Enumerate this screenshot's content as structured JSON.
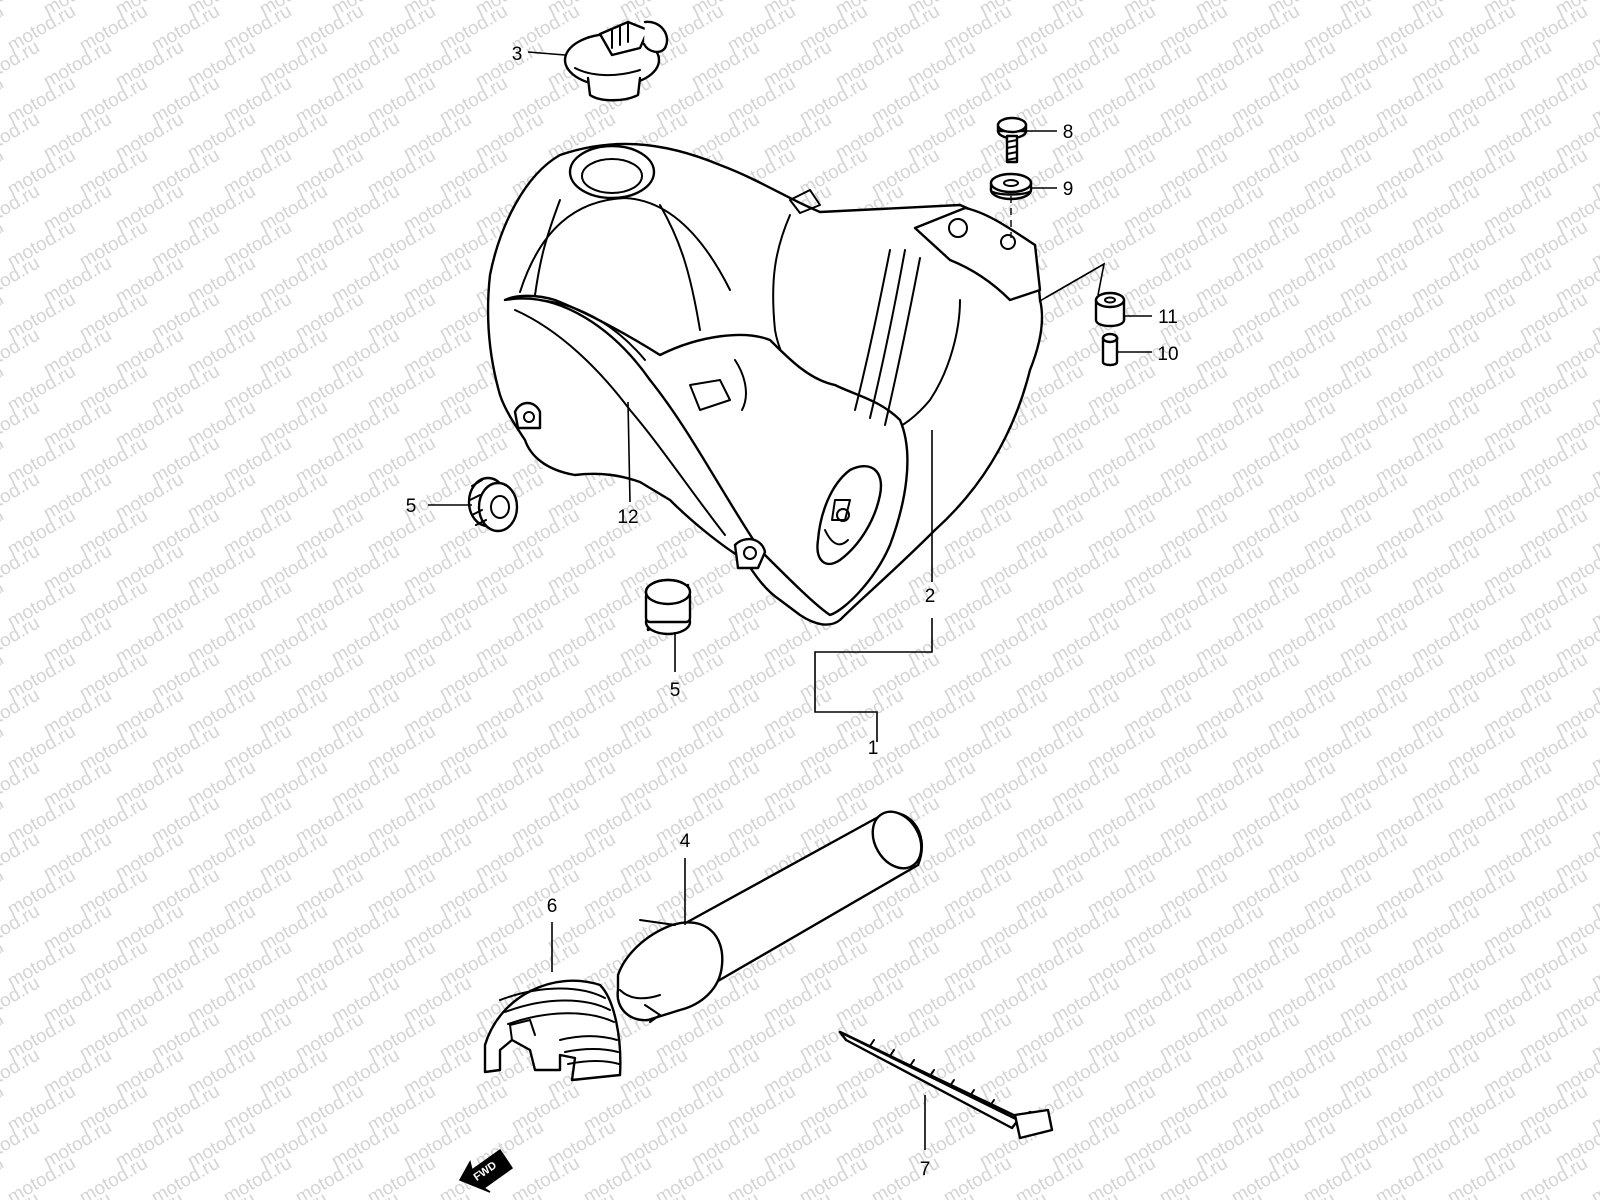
{
  "watermark": {
    "text": "motod.ru",
    "color": "#d4d4d4"
  },
  "callouts": {
    "c1": "1",
    "c2": "2",
    "c3": "3",
    "c4": "4",
    "c5a": "5",
    "c5b": "5",
    "c6": "6",
    "c7": "7",
    "c8": "8",
    "c9": "9",
    "c10": "10",
    "c11": "11",
    "c12": "12"
  },
  "direction_marker": {
    "label": "FWD",
    "icon": "arrow-down-left-icon"
  },
  "colors": {
    "line": "#000000",
    "background": "#ffffff"
  }
}
